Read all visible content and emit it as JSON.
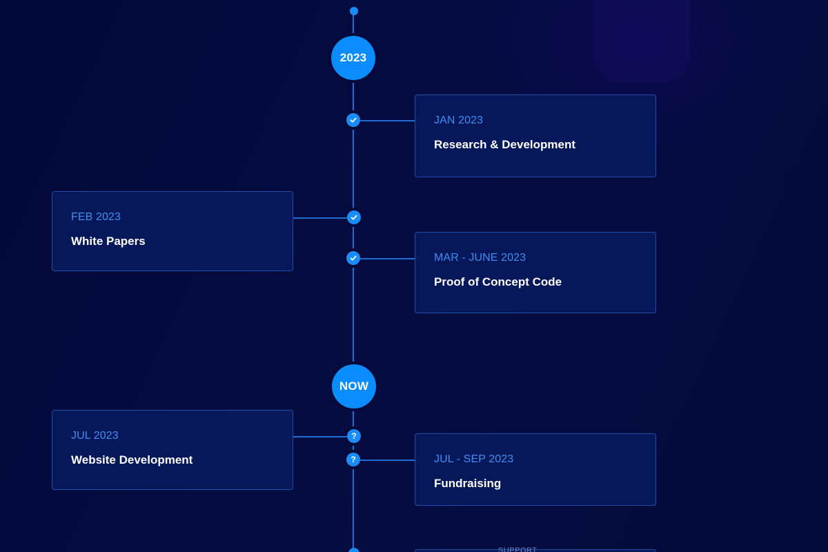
{
  "timeline": {
    "milestones": [
      {
        "label": "2023"
      },
      {
        "label": "NOW"
      }
    ],
    "events": [
      {
        "date": "JAN 2023",
        "title": "Research & Development",
        "status": "done",
        "side": "right"
      },
      {
        "date": "FEB 2023",
        "title": "White Papers",
        "status": "done",
        "side": "left"
      },
      {
        "date": "MAR - JUNE 2023",
        "title": "Proof of Concept Code",
        "status": "done",
        "side": "right"
      },
      {
        "date": "JUL 2023",
        "title": "Website Development",
        "status": "pending",
        "side": "left"
      },
      {
        "date": "JUL - SEP 2023",
        "title": "Fundraising",
        "status": "pending",
        "side": "right"
      }
    ],
    "pending_symbol": "?",
    "next_event_peek": "SUPPORT"
  },
  "icons": {
    "done": "check-icon",
    "pending": "question-icon"
  },
  "colors": {
    "background": "#030a3a",
    "accent": "#0b8cff",
    "card_background": "#06185a",
    "card_border": "#1e4fa8",
    "date_text": "#3f8ef0",
    "title_text": "#ffffff"
  }
}
